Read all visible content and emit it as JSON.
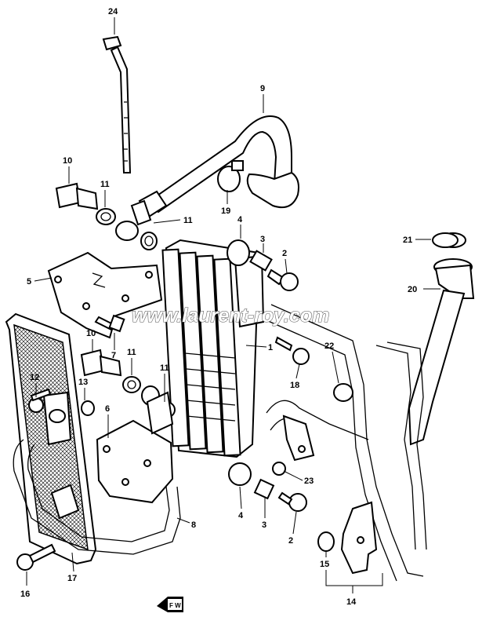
{
  "watermark": "www.laurent-roy.com",
  "callouts": [
    {
      "id": "c24",
      "text": "24"
    },
    {
      "id": "c9",
      "text": "9"
    },
    {
      "id": "c10a",
      "text": "10"
    },
    {
      "id": "c11a",
      "text": "11"
    },
    {
      "id": "c11b",
      "text": "11"
    },
    {
      "id": "c19",
      "text": "19"
    },
    {
      "id": "c4a",
      "text": "4"
    },
    {
      "id": "c3a",
      "text": "3"
    },
    {
      "id": "c2a",
      "text": "2"
    },
    {
      "id": "c21",
      "text": "21"
    },
    {
      "id": "c20",
      "text": "20"
    },
    {
      "id": "c5",
      "text": "5"
    },
    {
      "id": "c10b",
      "text": "10"
    },
    {
      "id": "c7",
      "text": "7"
    },
    {
      "id": "c1",
      "text": "1"
    },
    {
      "id": "c12",
      "text": "12"
    },
    {
      "id": "c13",
      "text": "13"
    },
    {
      "id": "c11c",
      "text": "11"
    },
    {
      "id": "c11d",
      "text": "11"
    },
    {
      "id": "c22",
      "text": "22"
    },
    {
      "id": "c18",
      "text": "18"
    },
    {
      "id": "c6",
      "text": "6"
    },
    {
      "id": "c23",
      "text": "23"
    },
    {
      "id": "c4b",
      "text": "4"
    },
    {
      "id": "c3b",
      "text": "3"
    },
    {
      "id": "c8",
      "text": "8"
    },
    {
      "id": "c2b",
      "text": "2"
    },
    {
      "id": "c15",
      "text": "15"
    },
    {
      "id": "c16",
      "text": "16"
    },
    {
      "id": "c17",
      "text": "17"
    },
    {
      "id": "c14",
      "text": "14"
    }
  ],
  "fwd_label": "F W"
}
